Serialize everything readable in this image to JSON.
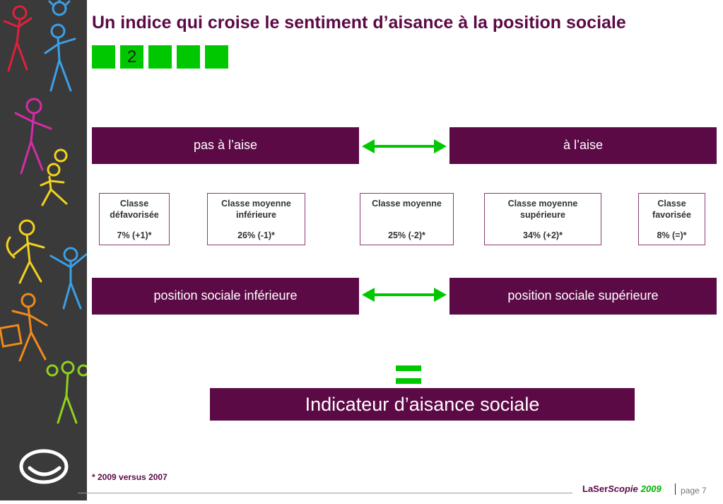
{
  "title": "Un indice qui croise le sentiment d’aisance à la position sociale",
  "progress": {
    "current_step": "2"
  },
  "top_row": {
    "left": "pas à l’aise",
    "right": "à l’aise"
  },
  "classes": [
    {
      "name_line1": "Classe",
      "name_line2": "défavorisée",
      "value": "7% (+1)*"
    },
    {
      "name_line1": "Classe moyenne",
      "name_line2": "inférieure",
      "value": "26% (-1)*"
    },
    {
      "name_line1": "Classe moyenne",
      "name_line2": "",
      "value": "25% (-2)*"
    },
    {
      "name_line1": "Classe moyenne",
      "name_line2": "supérieure",
      "value": "34% (+2)*"
    },
    {
      "name_line1": "Classe",
      "name_line2": "favorisée",
      "value": "8% (=)*"
    }
  ],
  "bottom_row": {
    "left": "position sociale inférieure",
    "right": "position sociale supérieure"
  },
  "result": "Indicateur d’aisance sociale",
  "footnote": "* 2009 versus 2007",
  "footer": {
    "brand_a": "LaSer",
    "brand_b": "Scopie",
    "brand_year": "2009",
    "page": "page 7"
  },
  "colors": {
    "accent": "#5c0a46",
    "green": "#00c800",
    "sidebar": "#3a3a3a"
  }
}
